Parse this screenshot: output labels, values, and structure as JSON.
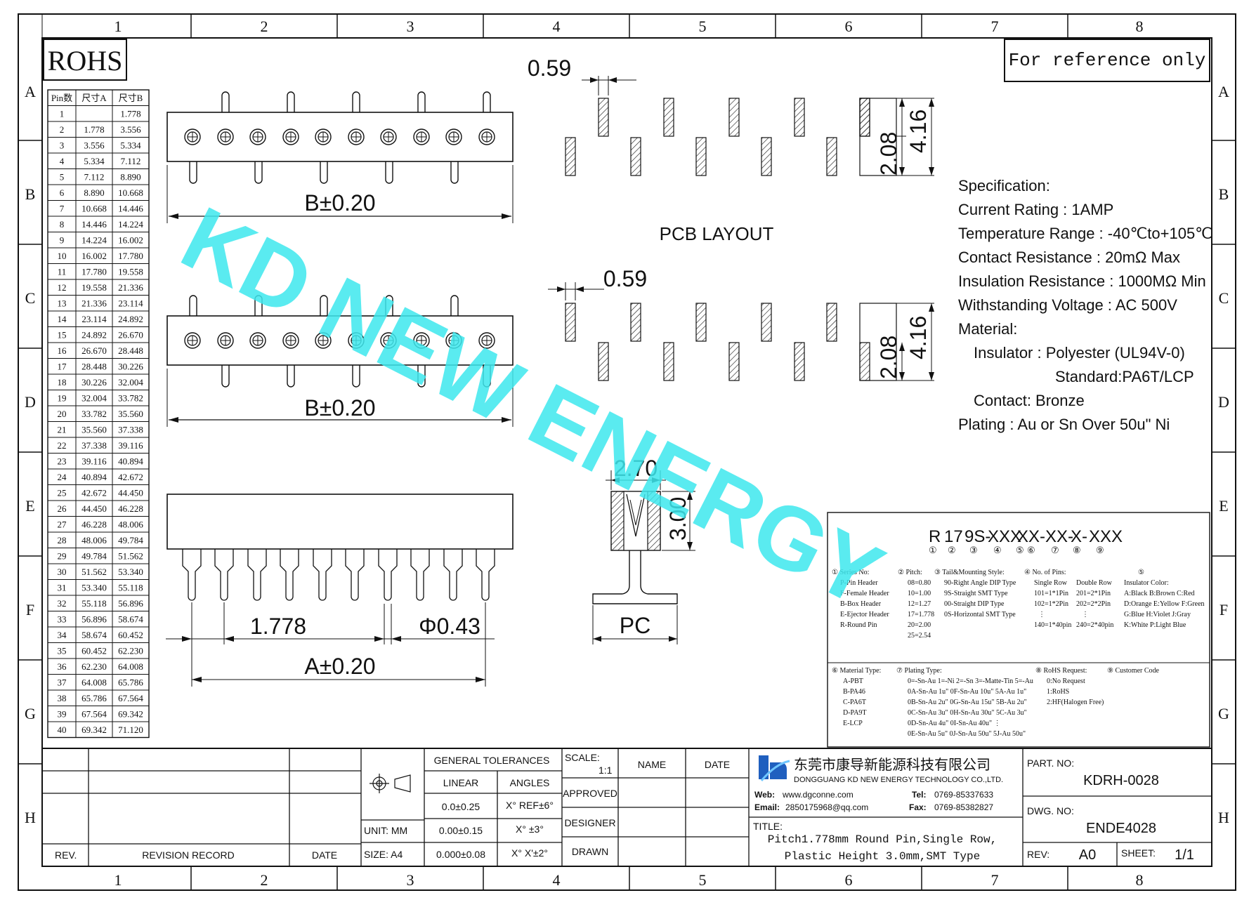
{
  "frame": {
    "col_labels": [
      "1",
      "2",
      "3",
      "4",
      "5",
      "6",
      "7",
      "8"
    ],
    "row_labels": [
      "A",
      "B",
      "C",
      "D",
      "E",
      "F",
      "G",
      "H"
    ]
  },
  "rohs": "ROHS",
  "reference_note": "For reference only",
  "watermark": "KD NEW ENERGY",
  "pin_table": {
    "headers": [
      "Pin数",
      "尺寸A",
      "尺寸B"
    ],
    "rows": [
      [
        "1",
        "",
        "1.778"
      ],
      [
        "2",
        "1.778",
        "3.556"
      ],
      [
        "3",
        "3.556",
        "5.334"
      ],
      [
        "4",
        "5.334",
        "7.112"
      ],
      [
        "5",
        "7.112",
        "8.890"
      ],
      [
        "6",
        "8.890",
        "10.668"
      ],
      [
        "7",
        "10.668",
        "14.446"
      ],
      [
        "8",
        "14.446",
        "14.224"
      ],
      [
        "9",
        "14.224",
        "16.002"
      ],
      [
        "10",
        "16.002",
        "17.780"
      ],
      [
        "11",
        "17.780",
        "19.558"
      ],
      [
        "12",
        "19.558",
        "21.336"
      ],
      [
        "13",
        "21.336",
        "23.114"
      ],
      [
        "14",
        "23.114",
        "24.892"
      ],
      [
        "15",
        "24.892",
        "26.670"
      ],
      [
        "16",
        "26.670",
        "28.448"
      ],
      [
        "17",
        "28.448",
        "30.226"
      ],
      [
        "18",
        "30.226",
        "32.004"
      ],
      [
        "19",
        "32.004",
        "33.782"
      ],
      [
        "20",
        "33.782",
        "35.560"
      ],
      [
        "21",
        "35.560",
        "37.338"
      ],
      [
        "22",
        "37.338",
        "39.116"
      ],
      [
        "23",
        "39.116",
        "40.894"
      ],
      [
        "24",
        "40.894",
        "42.672"
      ],
      [
        "25",
        "42.672",
        "44.450"
      ],
      [
        "26",
        "44.450",
        "46.228"
      ],
      [
        "27",
        "46.228",
        "48.006"
      ],
      [
        "28",
        "48.006",
        "49.784"
      ],
      [
        "29",
        "49.784",
        "51.562"
      ],
      [
        "30",
        "51.562",
        "53.340"
      ],
      [
        "31",
        "53.340",
        "55.118"
      ],
      [
        "32",
        "55.118",
        "56.896"
      ],
      [
        "33",
        "56.896",
        "58.674"
      ],
      [
        "34",
        "58.674",
        "60.452"
      ],
      [
        "35",
        "60.452",
        "62.230"
      ],
      [
        "36",
        "62.230",
        "64.008"
      ],
      [
        "37",
        "64.008",
        "65.786"
      ],
      [
        "38",
        "65.786",
        "67.564"
      ],
      [
        "39",
        "67.564",
        "69.342"
      ],
      [
        "40",
        "69.342",
        "71.120"
      ]
    ]
  },
  "dims": {
    "b_top": "B±0.20",
    "b_mid": "B±0.20",
    "a_bottom": "A±0.20",
    "pitch": "1.778",
    "pin_dia": "Φ0.43",
    "width_270": "2.70",
    "height_300": "3.00",
    "pc": "PC",
    "pad_w_top": "0.59",
    "pad_w_mid": "0.59",
    "dim_416_top": "4.16",
    "dim_208_top": "2.08",
    "dim_416_mid": "4.16",
    "dim_208_mid": "2.08"
  },
  "pcb_layout_label": "PCB LAYOUT",
  "specification": {
    "title": "Specification:",
    "current": "Current Rating : 1AMP",
    "temperature": "Temperature Range : -40℃to+105℃",
    "contact_res": "Contact Resistance : 20mΩ Max",
    "insulation_res": "Insulation Resistance : 1000MΩ Min",
    "voltage": "Withstanding Voltage : AC 500V",
    "material": "Material:",
    "insulator": "Insulator : Polyester (UL94V-0)",
    "standard": "Standard:PA6T/LCP",
    "contact": "Contact: Bronze",
    "plating": "Plating : Au or Sn Over 50u\" Ni"
  },
  "part_code": {
    "segments": [
      "R",
      "17",
      "9S-",
      "XXX",
      "X",
      "X-",
      "XX-",
      "X-",
      "XXX"
    ],
    "markers": [
      "①",
      "②",
      "③",
      "④",
      "⑤",
      "⑥",
      "⑦",
      "⑧",
      "⑨"
    ]
  },
  "code_legend": {
    "c1": [
      "① Series No:",
      "P-Pin Header",
      "F-Female Header",
      "B-Box Header",
      "E-Ejector Header",
      "R-Round Pin"
    ],
    "c2": [
      "② Pitch:",
      "08=0.80",
      "10=1.00",
      "12=1.27",
      "17=1.778",
      "20=2.00",
      "25=2.54"
    ],
    "c3": [
      "③ Tail&Mounting Style:",
      "90-Right Angle DIP Type",
      "9S-Straight SMT Type",
      "00-Straight DIP Type",
      "0S-Horizontal SMT Type"
    ],
    "c4": [
      "④ No. of Pins:",
      "Single Row",
      "101=1*1Pin",
      "102=1*2Pin",
      "⋮",
      "140=1*40pin"
    ],
    "c4b": [
      "Double Row",
      "201=2*1Pin",
      "202=2*2Pin",
      "⋮",
      "240=2*40pin"
    ],
    "c5": [
      "⑤",
      "Insulator Color:",
      "A:Black  B:Brown  C:Red",
      "D:Orange E:Yellow F:Green",
      "G:Blue   H:Violet J:Gray",
      "K:White  P:Light Blue"
    ],
    "c6": [
      "⑥ Material Type:",
      "A-PBT",
      "B-PA46",
      "C-PA6T",
      "D-PA9T",
      "E-LCP"
    ],
    "c7": [
      "⑦ Plating Type:",
      "0=-Sn-Au 1=-Ni 2=-Sn 3=-Matte-Tin 5=-Au",
      "0A-Sn-Au 1u\" 0F-Sn-Au 10u\"  5A-Au 1u\"",
      "0B-Sn-Au 2u\" 0G-Sn-Au 15u\"  5B-Au 2u\"",
      "0C-Sn-Au 3u\" 0H-Sn-Au 30u\"  5C-Au 3u\"",
      "0D-Sn-Au 4u\" 0I-Sn-Au 40u\"   ⋮",
      "0E-Sn-Au 5u\" 0J-Sn-Au 50u\"  5J-Au 50u\""
    ],
    "c8": [
      "⑧ RoHS Request:",
      "0:No Request",
      "1:RoHS",
      "2:HF(Halogen Free)"
    ],
    "c9": [
      "⑨ Customer Code"
    ]
  },
  "title_block": {
    "rev": "REV.",
    "revision_record": "REVISION RECORD",
    "date_left": "DATE",
    "unit": "UNIT: MM",
    "size": "SIZE: A4",
    "general_tolerances": "GENERAL TOLERANCES",
    "linear": "LINEAR",
    "angles": "ANGLES",
    "tol_rows": [
      [
        "0.0±0.25",
        "X° REF±6°"
      ],
      [
        "0.00±0.15",
        "X° ±3°"
      ],
      [
        "0.000±0.08",
        "X° X'±2°"
      ]
    ],
    "scale_label": "SCALE:",
    "scale_value": "1:1",
    "name": "NAME",
    "date": "DATE",
    "approved": "APPROVED",
    "designer": "DESIGNER",
    "drawn": "DRAWN",
    "company_cn": "东莞市康导新能源科技有限公司",
    "company_en": "DONGGUANG KD NEW ENERGY TECHNOLOGY CO.,LTD.",
    "web_label": "Web:",
    "web": "www.dgconne.com",
    "email_label": "Email:",
    "email": "2850175968@qq.com",
    "tel_label": "Tel:",
    "tel": "0769-85337633",
    "fax_label": "Fax:",
    "fax": "0769-85382827",
    "title_label": "TITLE:",
    "title_line1": "Pitch1.778mm Round Pin,Single Row,",
    "title_line2": "Plastic Height 3.0mm,SMT Type",
    "part_no_label": "PART. NO:",
    "part_no": "KDRH-0028",
    "dwg_no_label": "DWG. NO:",
    "dwg_no": "ENDE4028",
    "rev_label": "REV:",
    "rev_value": "A0",
    "sheet_label": "SHEET:",
    "sheet_value": "1/1"
  }
}
